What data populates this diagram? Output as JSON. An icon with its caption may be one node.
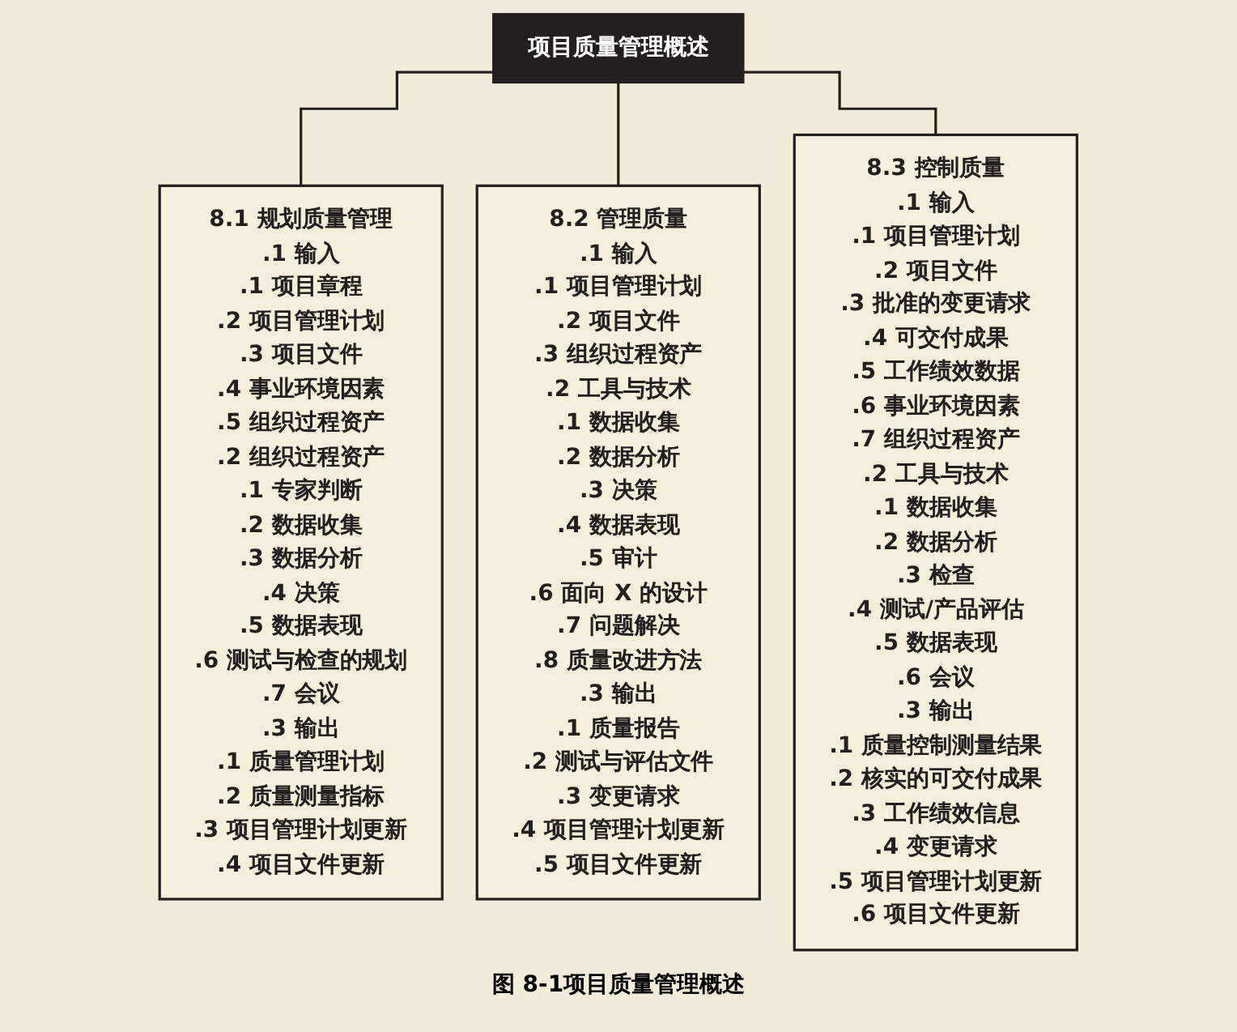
{
  "diagram": {
    "caption": "图 8-1项目质量管理概述",
    "nodes": [
      {
        "text": [
          "项目质量管理概述"
        ]
      },
      {
        "text": [
          "8.1 规划质量管理",
          ".1 输入",
          ".1 项目章程",
          ".2 项目管理计划",
          ".3 项目文件",
          ".4 事业环境因素",
          ".5 组织过程资产",
          ".2 组织过程资产",
          ".1 专家判断",
          ".2 数据收集",
          ".3 数据分析",
          ".4 决策",
          ".5 数据表现",
          ".6 测试与检查的规划",
          ".7 会议",
          ".3 输出",
          ".1 质量管理计划",
          ".2 质量测量指标",
          ".3 项目管理计划更新",
          ".4 项目文件更新"
        ]
      },
      {
        "text": [
          "8.2 管理质量",
          ".1 输入",
          ".1 项目管理计划",
          ".2 项目文件",
          ".3 组织过程资产",
          ".2 工具与技术",
          ".1 数据收集",
          ".2 数据分析",
          ".3 决策",
          ".4 数据表现",
          ".5 审计",
          ".6 面向 X 的设计",
          ".7 问题解决",
          ".8 质量改进方法",
          ".3 输出",
          ".1 质量报告",
          ".2 测试与评估文件",
          ".3 变更请求",
          ".4 项目管理计划更新",
          ".5 项目文件更新"
        ]
      },
      {
        "text": [
          "8.3 控制质量",
          ".1 输入",
          ".1 项目管理计划",
          ".2 项目文件",
          ".3 批准的变更请求",
          ".4 可交付成果",
          ".5 工作绩效数据",
          ".6 事业环境因素",
          ".7 组织过程资产",
          ".2 工具与技术",
          ".1 数据收集",
          ".2 数据分析",
          ".3 检查",
          ".4 测试/产品评估",
          ".5 数据表现",
          ".6 会议",
          ".3 输出",
          ".1 质量控制测量结果",
          ".2 核实的可交付成果",
          ".3 工作绩效信息",
          ".4 变更请求",
          ".5 项目管理计划更新",
          ".6 项目文件更新"
        ]
      }
    ],
    "edges": [
      {
        "from": 0,
        "to": 1,
        "arrow": "none"
      },
      {
        "from": 0,
        "to": 2,
        "arrow": "none"
      },
      {
        "from": 0,
        "to": 3,
        "arrow": "none"
      }
    ]
  }
}
